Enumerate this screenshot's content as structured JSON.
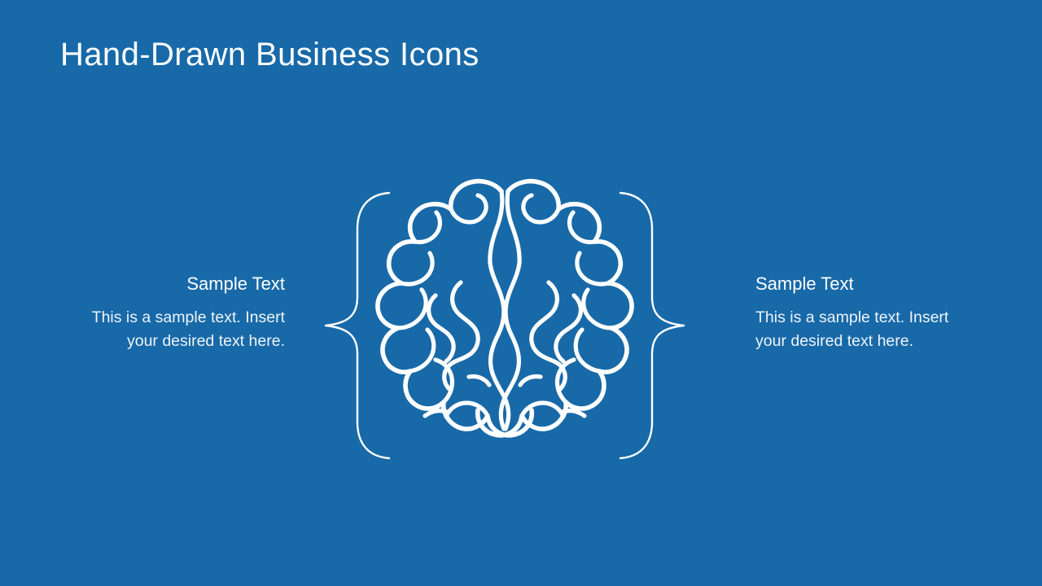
{
  "slide": {
    "title": "Hand-Drawn Business Icons",
    "background_color": "#1869a8",
    "text_color": "#ffffff",
    "accent_color": "#eef4f8"
  },
  "figure": {
    "icon_name": "brain-icon",
    "left_brace": "{",
    "right_brace": "}",
    "stroke_color": "#ffffff"
  },
  "blocks": [
    {
      "id": "left",
      "heading": "Sample Text",
      "body": "This is a sample text. Insert your desired text here.",
      "align": "right"
    },
    {
      "id": "right",
      "heading": "Sample Text",
      "body": "This is a sample text. Insert your desired text here.",
      "align": "left"
    }
  ]
}
